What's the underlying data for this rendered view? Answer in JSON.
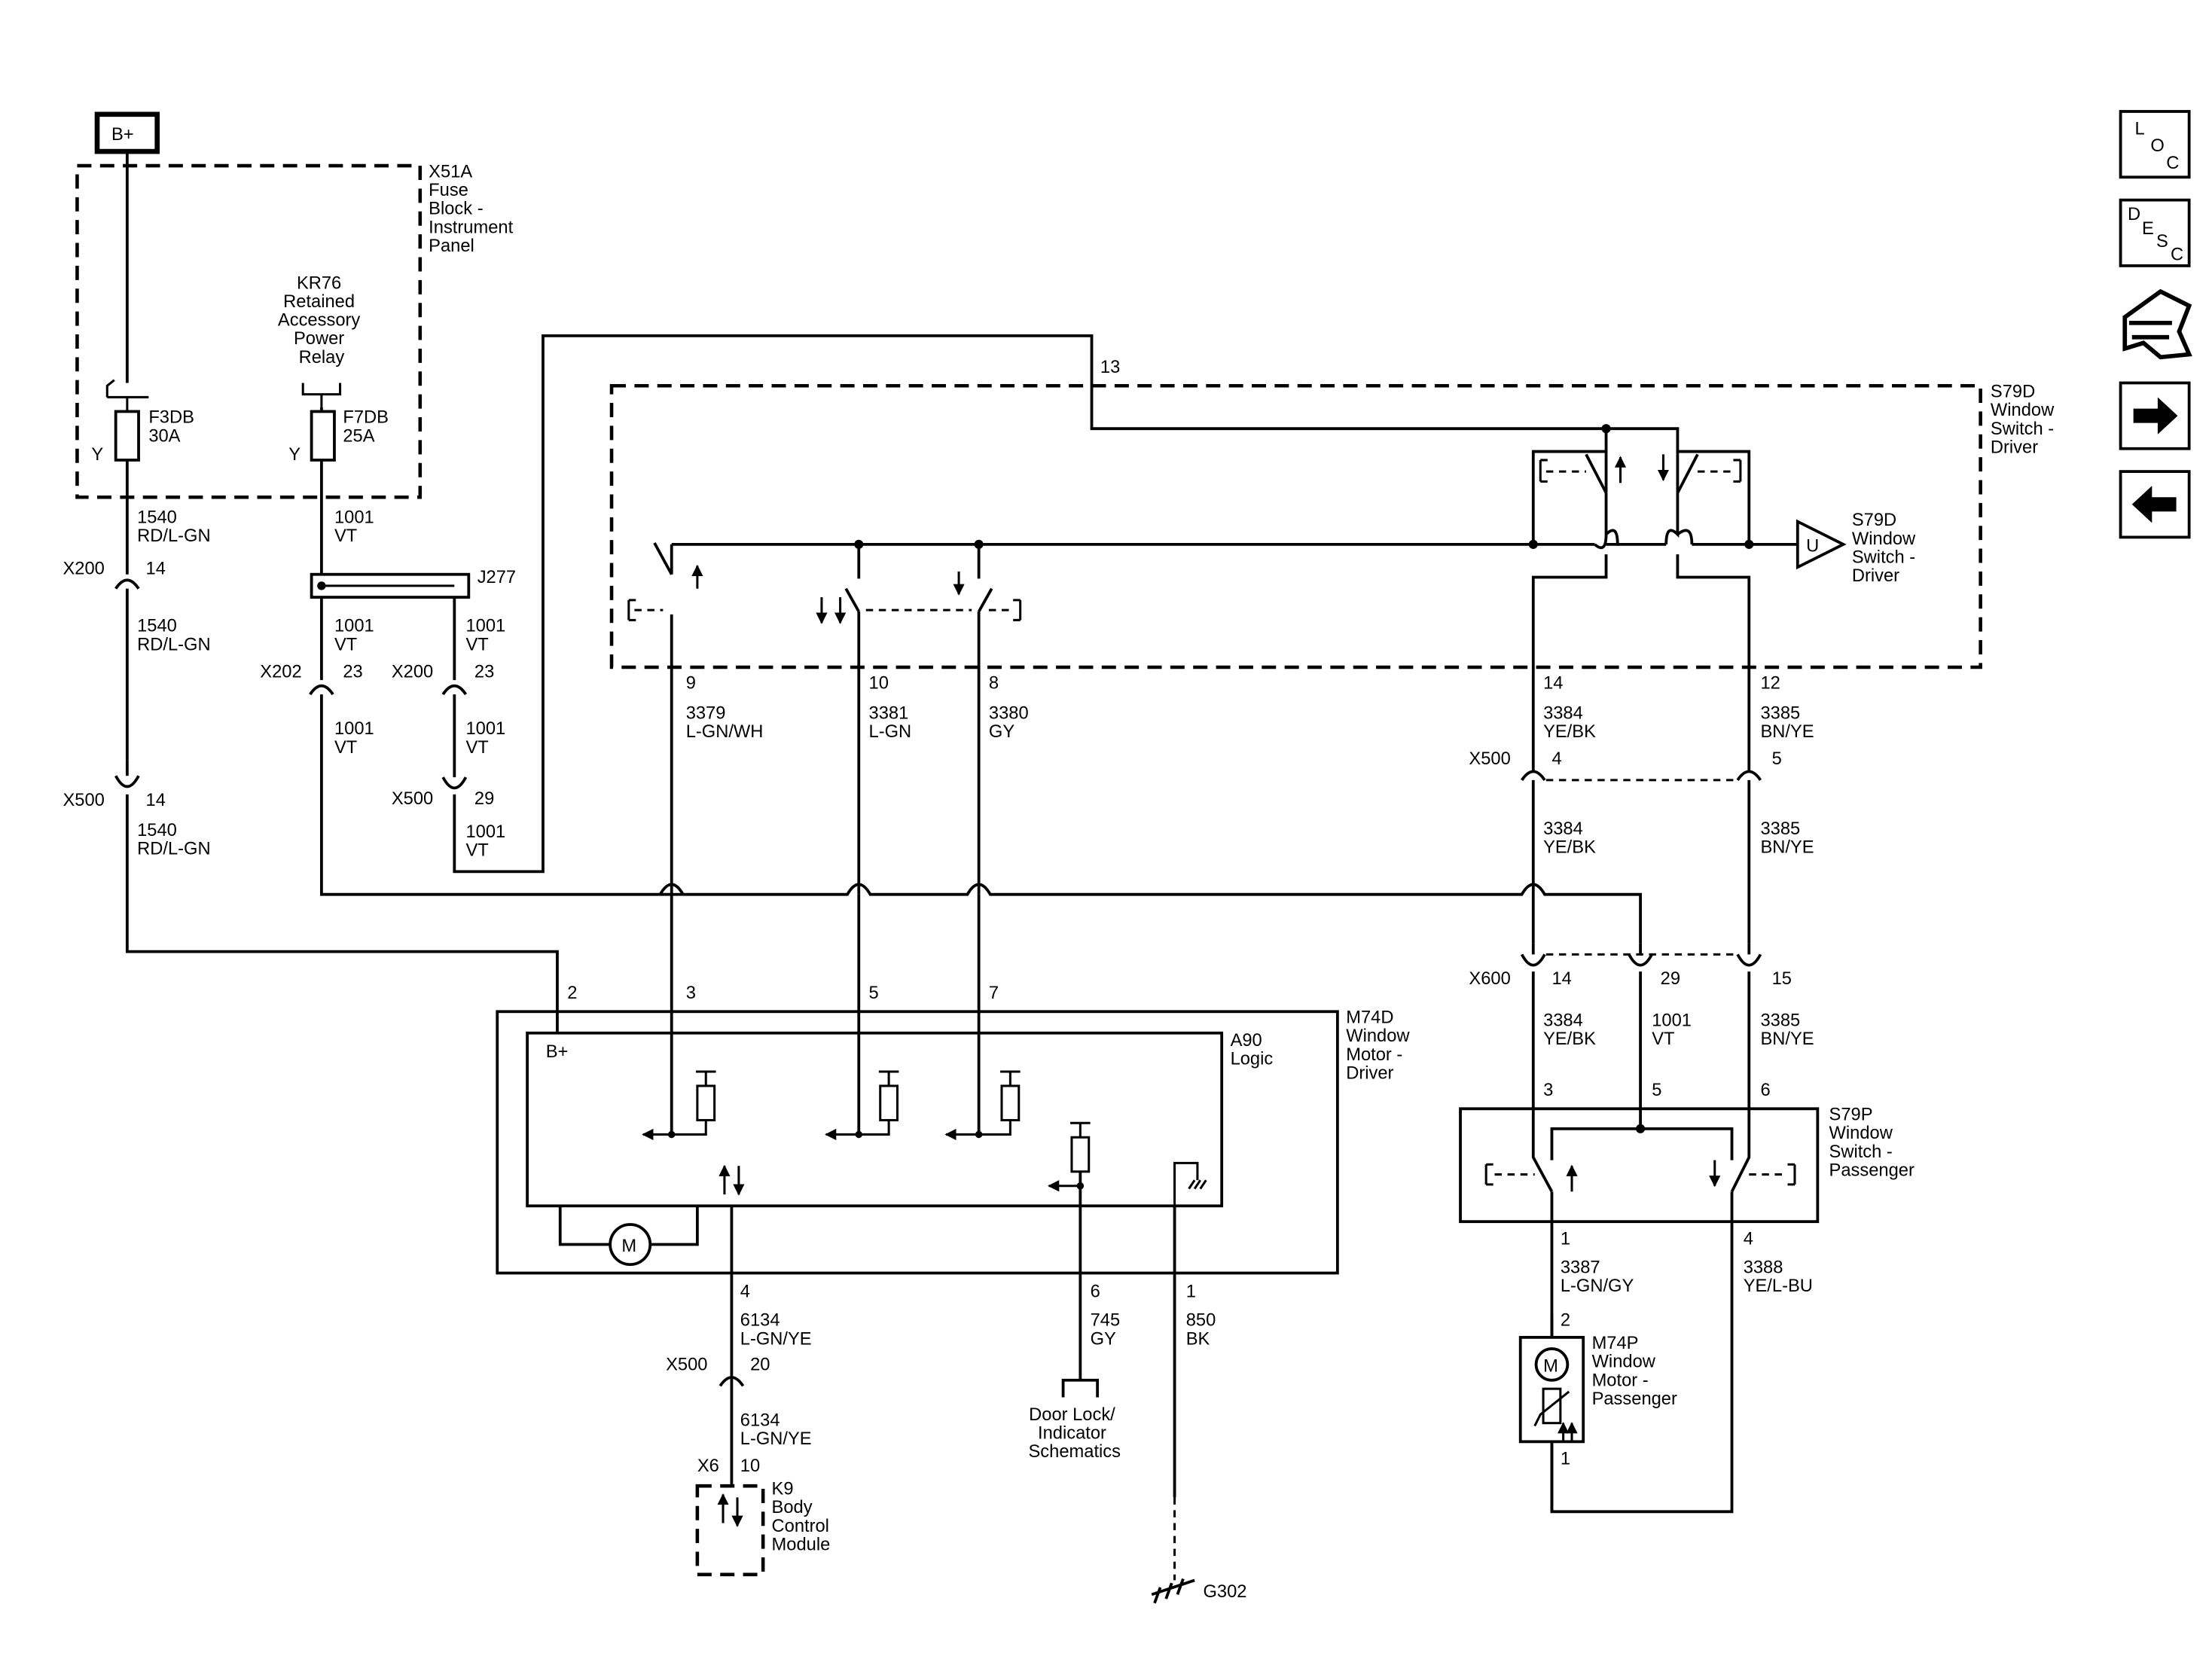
{
  "nav": {
    "loc": [
      "L",
      "O",
      "C"
    ],
    "desc": [
      "D",
      "E",
      "S",
      "C"
    ]
  },
  "power": {
    "label": "B+"
  },
  "fuse_block": {
    "name": [
      "X51A",
      "Fuse",
      "Block -",
      "Instrument",
      "Panel"
    ]
  },
  "relay": {
    "name": [
      "KR76",
      "Retained",
      "Accessory",
      "Power",
      "Relay"
    ]
  },
  "fuses": [
    {
      "name": "F3DB",
      "rating": "30A",
      "tag": "Y"
    },
    {
      "name": "F7DB",
      "rating": "25A",
      "tag": "Y"
    }
  ],
  "splice": {
    "name": "J277"
  },
  "connectors": {
    "x200": "X200",
    "x202": "X202",
    "x500": "X500",
    "x600": "X600",
    "x6": "X6"
  },
  "pins": {
    "x200_14": "14",
    "x202_23": "23",
    "x200_23": "23",
    "x500_14": "14",
    "x500_29": "29",
    "x500_4": "4",
    "x500_5": "5",
    "x600_14": "14",
    "x600_29": "29",
    "x600_15": "15",
    "m_2": "2",
    "m_3": "3",
    "m_5": "5",
    "m_7": "7",
    "m_4": "4",
    "m_6": "6",
    "m_1": "1",
    "s_9": "9",
    "s_10": "10",
    "s_8": "8",
    "s_13": "13",
    "s_14": "14",
    "s_12": "12",
    "p_3": "3",
    "p_5": "5",
    "p_6": "6",
    "p_1": "1",
    "p_4": "4",
    "mp_2": "2",
    "mp_1": "1",
    "x500_20": "20",
    "x6_10": "10"
  },
  "wires": {
    "w1540": [
      "1540",
      "RD/L-GN"
    ],
    "w1001": [
      "1001",
      "VT"
    ],
    "w3379": [
      "3379",
      "L-GN/WH"
    ],
    "w3381": [
      "3381",
      "L-GN"
    ],
    "w3380": [
      "3380",
      "GY"
    ],
    "w3384": [
      "3384",
      "YE/BK"
    ],
    "w3385": [
      "3385",
      "BN/YE"
    ],
    "w6134": [
      "6134",
      "L-GN/YE"
    ],
    "w745": [
      "745",
      "GY"
    ],
    "w850": [
      "850",
      "BK"
    ],
    "w3387": [
      "3387",
      "L-GN/GY"
    ],
    "w3388": [
      "3388",
      "YE/L-BU"
    ]
  },
  "components": {
    "s79d": [
      "S79D",
      "Window",
      "Switch -",
      "Driver"
    ],
    "s79d_out": [
      "S79D",
      "Window",
      "Switch -",
      "Driver"
    ],
    "s79d_out_letter": "U",
    "m74d": [
      "M74D",
      "Window",
      "Motor -",
      "Driver"
    ],
    "a90": [
      "A90",
      "Logic"
    ],
    "a90_bplus": "B+",
    "motor_letter": "M",
    "s79p": [
      "S79P",
      "Window",
      "Switch -",
      "Passenger"
    ],
    "m74p": [
      "M74P",
      "Window",
      "Motor -",
      "Passenger"
    ],
    "k9": [
      "K9",
      "Body",
      "Control",
      "Module"
    ],
    "door_lock": [
      "Door Lock/",
      "Indicator",
      "Schematics"
    ],
    "ground": "G302"
  }
}
